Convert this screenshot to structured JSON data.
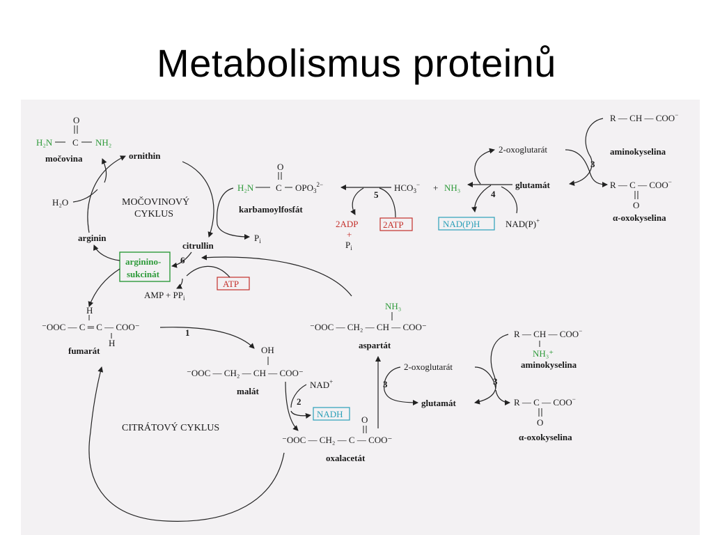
{
  "title": "Metabolismus proteinů",
  "diagram": {
    "urea": {
      "o": "O",
      "h2n": "H₂N",
      "c": "C",
      "nh2": "NH₂",
      "mocovina": "močovina",
      "ornithin": "ornithin",
      "h2o": "H₂O",
      "cycle_line1": "MOČOVINOVÝ",
      "cycle_line2": "CYKLUS",
      "arginin": "arginin",
      "citrullin": "citrullin",
      "argsuc_line1": "arginino-",
      "argsuc_line2": "sukcinát",
      "step6": "6",
      "atp": "ATP",
      "amp": "AMP + PP",
      "amp_sub": "i",
      "pi": "P",
      "pi_sub": "i"
    },
    "carbamoyl": {
      "o": "O",
      "h2n": "H₂N",
      "c": "C",
      "opo3": "OPO",
      "opo3_sub": "3",
      "opo3_sup": "2−",
      "name": "karbamoylfosfát",
      "hco3": "HCO",
      "hco3_sub": "3",
      "hco3_sup": "−",
      "plus": "+",
      "nh3": "NH₃",
      "step5": "5",
      "adp": "2ADP",
      "adp_plus": "+",
      "adp_pi": "P",
      "adp_pi_sub": "i",
      "atp2": "2ATP"
    },
    "transam_top": {
      "oxoglut": "2-oxoglutarát",
      "glutamat": "glutamát",
      "step3": "3",
      "step4": "4",
      "nadph": "NAD(P)H",
      "nadp": "NAD(P)",
      "nadp_sup": "+",
      "aa": "R — CH — COO",
      "aa_sup": "−",
      "aa_name": "aminokyselina",
      "keto": "R — C — COO",
      "keto_sup": "−",
      "keto_o": "O",
      "keto_name": "α-oxokyselina"
    },
    "fumarate": {
      "h1": "H",
      "formula": "⁻OOC — C ═ C — COO⁻",
      "h2": "H",
      "name": "fumarát",
      "step1": "1"
    },
    "malate": {
      "oh": "OH",
      "formula": "⁻OOC — CH₂ — CH — COO⁻",
      "name": "malát",
      "nad": "NAD",
      "nad_sup": "+",
      "step2": "2",
      "nadh": "NADH"
    },
    "aspartate": {
      "nh3": "NH₃",
      "formula": "⁻OOC — CH₂ — CH — COO⁻",
      "name": "aspartát"
    },
    "transam_bottom": {
      "oxoglut": "2-oxoglutarát",
      "glutamat": "glutamát",
      "step3a": "3",
      "step3b": "3",
      "aa": "R — CH — COO",
      "aa_sup": "−",
      "aa_nh3": "NH₃⁺",
      "aa_name": "aminokyselina",
      "keto": "R — C — COO",
      "keto_sup": "−",
      "keto_o": "O",
      "keto_name": "α-oxokyselina"
    },
    "oxaloacetate": {
      "o": "O",
      "formula": "⁻OOC — CH₂ — C — COO⁻",
      "name": "oxalacetát"
    },
    "tca": {
      "label": "CITRÁTOVÝ CYKLUS"
    }
  }
}
